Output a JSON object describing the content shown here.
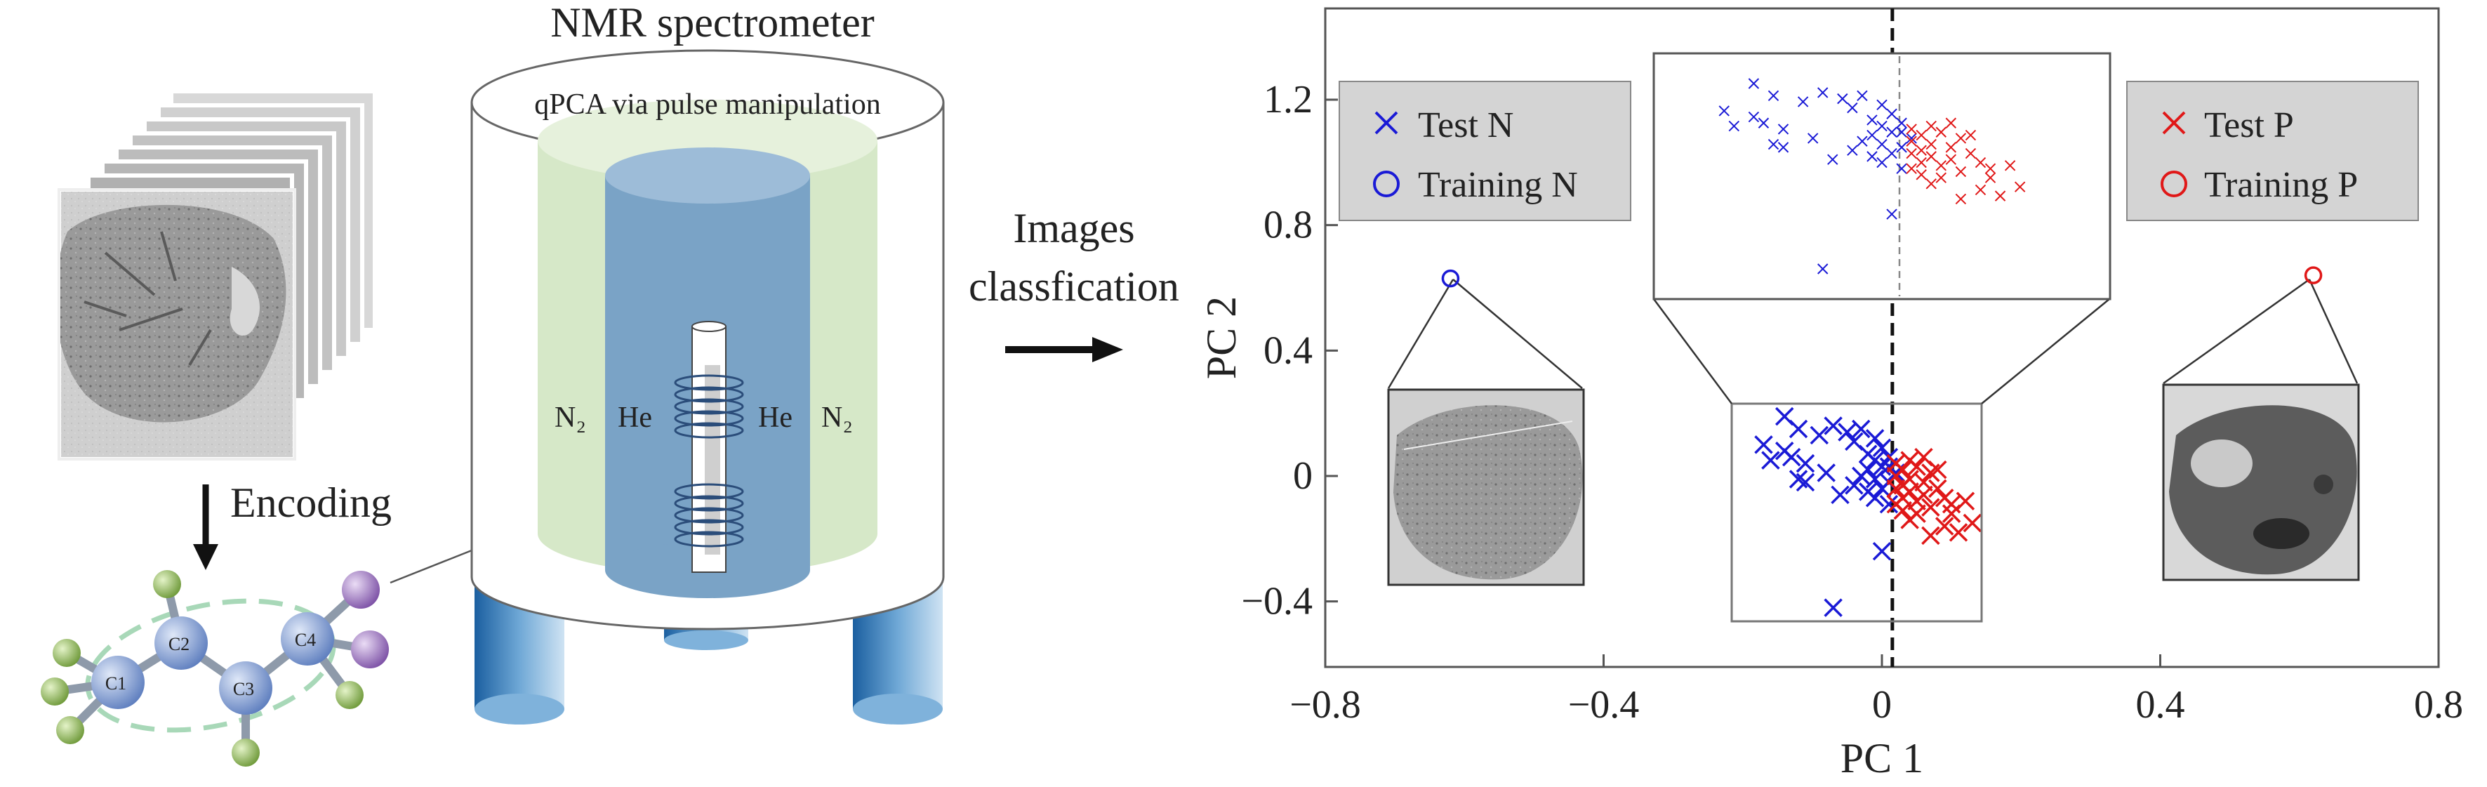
{
  "left_panel": {
    "encoding_label": "Encoding",
    "molecule_atoms": [
      "C1",
      "C2",
      "C3",
      "C4"
    ]
  },
  "spectrometer": {
    "title": "NMR spectrometer",
    "subtitle": "qPCA via pulse manipulation",
    "label_n2_left": "N₂",
    "label_he_left": "He",
    "label_he_right": "He",
    "label_n2_right": "N₂"
  },
  "arrow_label": {
    "line1": "Images",
    "line2": "classfication"
  },
  "colors": {
    "negative": "#1a1ad6",
    "positive": "#e01818",
    "legend_bg": "#d4d4d4",
    "nitrogen_layer": "#d6e8c8",
    "helium_layer": "#7aa3c6",
    "molecule_carbon": "#8aa6d8",
    "molecule_h": "#9cc466",
    "molecule_x": "#a57fc0"
  },
  "chart_data": {
    "type": "scatter",
    "xlabel": "PC 1",
    "ylabel": "PC 2",
    "xlim": [
      -0.8,
      0.8
    ],
    "ylim": [
      -0.6,
      1.45
    ],
    "xticks": [
      -0.8,
      -0.4,
      0,
      0.4,
      0.8
    ],
    "xtick_labels": [
      "−0.8",
      "−0.4",
      "0",
      "0.4",
      "0.8"
    ],
    "yticks": [
      -0.4,
      0,
      0.4,
      0.8,
      1.2
    ],
    "ytick_labels": [
      "−0.4",
      "0",
      "0.4",
      "0.8",
      "1.2"
    ],
    "decision_boundary_x": 0.015,
    "legend_left": {
      "entries": [
        {
          "marker": "x",
          "color": "#1a1ad6",
          "label": "Test N"
        },
        {
          "marker": "o",
          "color": "#1a1ad6",
          "label": "Training N"
        }
      ]
    },
    "legend_right": {
      "entries": [
        {
          "marker": "x",
          "color": "#e01818",
          "label": "Test P"
        },
        {
          "marker": "o",
          "color": "#e01818",
          "label": "Training P"
        }
      ]
    },
    "series": [
      {
        "name": "Test N",
        "marker": "x",
        "color": "#1a1ad6",
        "points": [
          [
            -0.14,
            0.19
          ],
          [
            -0.12,
            0.15
          ],
          [
            -0.17,
            0.1
          ],
          [
            -0.14,
            0.08
          ],
          [
            -0.16,
            0.05
          ],
          [
            -0.13,
            0.06
          ],
          [
            -0.11,
            0.04
          ],
          [
            -0.09,
            0.13
          ],
          [
            -0.07,
            0.16
          ],
          [
            -0.05,
            0.14
          ],
          [
            -0.04,
            0.11
          ],
          [
            -0.03,
            0.15
          ],
          [
            -0.01,
            0.12
          ],
          [
            0.0,
            0.09
          ],
          [
            -0.02,
            0.07
          ],
          [
            -0.01,
            0.05
          ],
          [
            0.01,
            0.06
          ],
          [
            0.0,
            0.03
          ],
          [
            -0.02,
            0.02
          ],
          [
            -0.03,
            0.0
          ],
          [
            -0.01,
            -0.01
          ],
          [
            0.01,
            -0.02
          ],
          [
            0.0,
            -0.04
          ],
          [
            -0.02,
            -0.05
          ],
          [
            -0.01,
            -0.07
          ],
          [
            0.01,
            -0.09
          ],
          [
            -0.04,
            -0.03
          ],
          [
            -0.08,
            0.01
          ],
          [
            -0.11,
            -0.02
          ],
          [
            -0.12,
            -0.01
          ],
          [
            -0.06,
            -0.06
          ],
          [
            0.0,
            -0.24
          ],
          [
            -0.07,
            -0.42
          ],
          [
            0.02,
            0.01
          ],
          [
            0.01,
            0.03
          ]
        ]
      },
      {
        "name": "Test P",
        "marker": "x",
        "color": "#e01818",
        "points": [
          [
            0.02,
            0.04
          ],
          [
            0.03,
            0.02
          ],
          [
            0.02,
            0.0
          ],
          [
            0.04,
            -0.01
          ],
          [
            0.05,
            0.03
          ],
          [
            0.03,
            -0.03
          ],
          [
            0.04,
            -0.05
          ],
          [
            0.06,
            -0.02
          ],
          [
            0.07,
            0.01
          ],
          [
            0.08,
            -0.04
          ],
          [
            0.06,
            -0.06
          ],
          [
            0.05,
            -0.08
          ],
          [
            0.03,
            -0.07
          ],
          [
            0.09,
            -0.07
          ],
          [
            0.07,
            -0.1
          ],
          [
            0.1,
            -0.12
          ],
          [
            0.09,
            -0.16
          ],
          [
            0.11,
            -0.18
          ],
          [
            0.13,
            -0.15
          ],
          [
            0.04,
            0.05
          ],
          [
            0.06,
            0.06
          ],
          [
            0.08,
            0.02
          ],
          [
            0.02,
            -0.09
          ],
          [
            0.03,
            -0.11
          ],
          [
            0.05,
            -0.12
          ],
          [
            0.1,
            -0.09
          ],
          [
            0.12,
            -0.08
          ],
          [
            0.04,
            -0.14
          ],
          [
            0.07,
            -0.19
          ],
          [
            0.02,
            -0.04
          ]
        ]
      },
      {
        "name": "Training N",
        "marker": "o",
        "color": "#1a1ad6",
        "points": [
          [
            -0.62,
            0.63
          ]
        ]
      },
      {
        "name": "Training P",
        "marker": "o",
        "color": "#e01818",
        "points": [
          [
            0.62,
            0.64
          ]
        ]
      }
    ]
  }
}
